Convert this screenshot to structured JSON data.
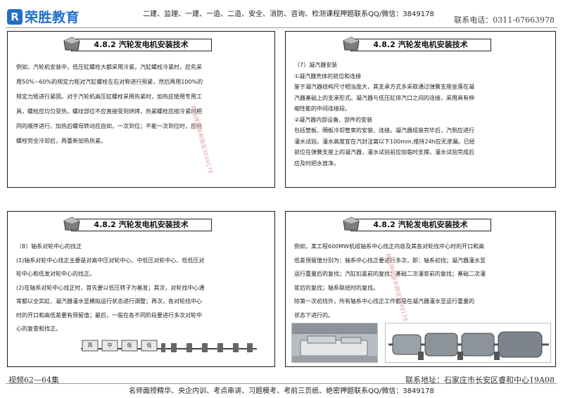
{
  "header": {
    "logo_mark": "R",
    "logo_text": "荣胜教育",
    "banner": "二建、监理、一建、一造、二造、安全、消防、咨询、检测课程押题联系QQ/微信：3849178",
    "phone": "联系电话：0311-67663978"
  },
  "slides": [
    {
      "title": "4.8.2 汽轮发电机安装技术",
      "lines": [
        "例如，汽轮机安装中，低压缸螺栓大都采用冷紧。汽缸螺栓冷紧时，应先采",
        "用50%~60%的规定力矩对汽缸螺栓左右对称进行预紧，然后再用100%的",
        "规定力矩进行紧固。对于汽轮机高压缸螺栓采用热紧时，加热应使用专用工",
        "具，螺栓应均匀受热，螺纹部位不应直接受到烘烤，热紧螺栓应按冷紧时相",
        "同的顺序进行，加热后螺母转动应自如，一次到位；不能一次到位时，应待",
        "螺栓完全冷却后，再重新加热热紧。"
      ]
    },
    {
      "title": "4.8.2 汽轮发电机安装技术",
      "lines": [
        "（7）凝汽器安装",
        "①凝汽器壳体的就位和连接",
        "鉴于凝汽器结构尺寸相当庞大，其支承方式多采取通过弹簧支座坐落在凝",
        "汽器基础上的支承形式。凝汽器与低压缸排汽口之间的连接，采用具有伸",
        "缩性能的中间连接段。",
        "②凝汽器内部设备、部件的安装",
        "包括管板、隔板冷却管束的安装、连接。凝汽器组装完毕后，汽侧应进行",
        "灌水试验。灌水高度宜在汽封洼窝以下100mm,维持24h应无渗漏。已经",
        "就位在弹簧支座上的凝汽器，灌水试验前应加临时支撑。灌水试验完成后",
        "应及时把水放净。"
      ]
    },
    {
      "title": "4.8.2 汽轮发电机安装技术",
      "lines": [
        "（8）轴系对轮中心的找正",
        "(1)轴系对轮中心找正主要是对高中压对轮中心、中低压对轮中心、低低压对",
        "轮中心和低发对轮中心的找正。",
        "(2)在轴系对轮中心找正时，首先要以低压转子为基准；其次，对轮找中心通",
        "常都以全实缸、凝汽器灌水至模拟运行状态进行调整；再次，各对轮找中心",
        "时的开口和高低差要有预留值；最后，一般在各不同阶段要进行多次对轮中",
        "心的复查和找正。"
      ],
      "diagram_labels": [
        "高",
        "中",
        "低",
        "低"
      ]
    },
    {
      "title": "4.8.2 汽轮发电机安装技术",
      "lines": [
        "例如，某工程600MW机组轴系中心找正内容及其各对轮找中心时的开口和高",
        "低差预留值分别为：轴系中心找正要进行多次，即：轴系初找；凝汽器灌水至",
        "运行重量后的复找；汽缸扣盖前的复找；基础二次灌浆前的复找；基础二次灌",
        "浆后的复找；轴系联结时的复找。",
        "      除第一次初找外，所有轴系中心找正工作都是在凝汽器灌水至运行重量的",
        "状态下进行的。"
      ]
    }
  ],
  "watermark": "精选押题联系微信3849178",
  "footer": {
    "left": "视频62—64集",
    "right": "联系地址：石家庄市长安区睿和中心19A08",
    "banner": "名师面授精华、央企内训、考点串讲、习题模考、考前三页纸、绝密押题联系QQ/微信：3849178"
  }
}
